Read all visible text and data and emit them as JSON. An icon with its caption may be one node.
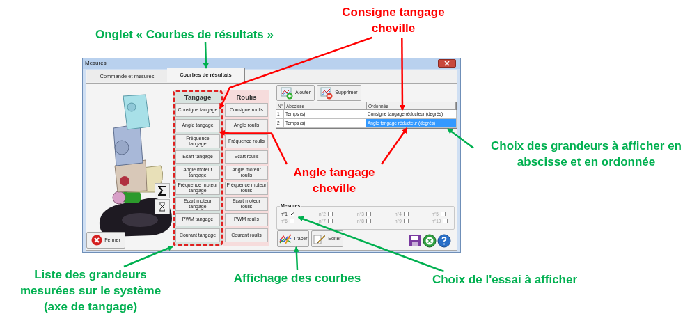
{
  "diagram": {
    "nodes": [
      {
        "text": [
          "Consigne tangage cheville"
        ]
      },
      {
        "text": [
          "Onglet « Courbes de résultats »"
        ]
      },
      {
        "text": [
          "Mesures"
        ]
      },
      {
        "text": [
          "Commande et mesures"
        ],
        "in": 2
      },
      {
        "text": [
          "Courbes de résultats"
        ],
        "in": 2
      },
      {
        "text": [
          "Tangage"
        ],
        "in": 2
      },
      {
        "text": [
          "Consigne tangage"
        ],
        "in": 5
      },
      {
        "text": [
          "Angle tangage"
        ],
        "in": 5
      },
      {
        "text": [
          "Fréquence tangage"
        ],
        "in": 5
      },
      {
        "text": [
          "Ecart tangage"
        ],
        "in": 5
      },
      {
        "text": [
          "Angle moteur tangage"
        ],
        "in": 5
      },
      {
        "text": [
          "Fréquence moteur tangage"
        ],
        "in": 5
      },
      {
        "text": [
          "Ecart moteur tangage"
        ],
        "in": 5
      },
      {
        "text": [
          "PWM tangage"
        ],
        "in": 5
      },
      {
        "text": [
          "Courant tangage"
        ],
        "in": 5
      },
      {
        "text": [
          "Roulis"
        ],
        "in": 2
      },
      {
        "text": [
          "Consigne roulis"
        ],
        "in": 15
      },
      {
        "text": [
          "Angle roulis"
        ],
        "in": 15
      },
      {
        "text": [
          "Fréquence roulis"
        ],
        "in": 15
      },
      {
        "text": [
          "Ecart roulis"
        ],
        "in": 15
      },
      {
        "text": [
          "Angle moteur roulis"
        ],
        "in": 15
      },
      {
        "text": [
          "Fréquence moteur roulis"
        ],
        "in": 15
      },
      {
        "text": [
          "Ecart moteur roulis"
        ],
        "in": 15
      },
      {
        "text": [
          "PWM roulis"
        ],
        "in": 15
      },
      {
        "text": [
          "Courant roulis"
        ],
        "in": 15
      },
      {
        "text": [
          "Ajouter"
        ],
        "in": 2
      },
      {
        "text": [
          "Supprimer"
        ],
        "in": 2
      },
      {
        "text": [
          "N°",
          "Abscisse",
          "Ordonnée"
        ],
        "in": 2
      },
      {
        "text": [
          "1"
        ],
        "in": 27
      },
      {
        "text": [
          "Temps (s)"
        ],
        "in": 27
      },
      {
        "text": [
          "Consigne tangage réducteur (degrés)"
        ],
        "in": 27
      },
      {
        "text": [
          "2"
        ],
        "in": 27
      },
      {
        "text": [
          "Temps (s)"
        ],
        "in": 27
      },
      {
        "text": [
          "Angle tangage réducteur (degrés)"
        ],
        "in": 27
      },
      {
        "text": [
          "Angle tangage cheville"
        ],
        "in": 2
      },
      {
        "text": [
          "Choix des grandeurs à afficher en abscisse et en ordonnée"
        ]
      },
      {
        "text": [
          "Mesures"
        ],
        "in": 2
      },
      {
        "text": [
          "n°1"
        ],
        "in": 36
      },
      {
        "text": [
          "n°2"
        ],
        "in": 36
      },
      {
        "text": [
          "n°3"
        ],
        "in": 36
      },
      {
        "text": [
          "n°4"
        ],
        "in": 36
      },
      {
        "text": [
          "n°5"
        ],
        "in": 36
      },
      {
        "text": [
          "n°6"
        ],
        "in": 36
      },
      {
        "text": [
          "n°7"
        ],
        "in": 36
      },
      {
        "text": [
          "n°8"
        ],
        "in": 36
      },
      {
        "text": [
          "n°9"
        ],
        "in": 36
      },
      {
        "text": [
          "n°10"
        ],
        "in": 36
      },
      {
        "text": [
          "Tracer"
        ],
        "in": 2
      },
      {
        "text": [
          "Editer"
        ],
        "in": 2
      },
      {
        "text": [
          "Fermer"
        ],
        "in": 2
      },
      {
        "text": [
          "Liste des grandeurs mesurées sur le système (axe de tangage)"
        ]
      },
      {
        "text": [
          "Affichage des courbes"
        ]
      },
      {
        "text": [
          "Choix de l'essai à afficher"
        ]
      }
    ],
    "edges": [
      {
        "from": 1,
        "to": 4,
        "arrow": "to"
      },
      {
        "from": 0,
        "to": 6,
        "arrow": "to",
        "color": "#ff0000"
      },
      {
        "from": 0,
        "to": 30,
        "arrow": "to",
        "color": "#ff0000"
      },
      {
        "from": 34,
        "to": 7,
        "arrow": "to",
        "color": "#ff0000"
      },
      {
        "from": 34,
        "to": 33,
        "arrow": "to",
        "color": "#ff0000"
      },
      {
        "from": 35,
        "to": 27,
        "arrow": "to"
      },
      {
        "from": 50,
        "to": 5,
        "arrow": "to"
      },
      {
        "from": 51,
        "to": 47,
        "arrow": "to"
      },
      {
        "from": 52,
        "to": 37,
        "arrow": "to"
      }
    ]
  }
}
